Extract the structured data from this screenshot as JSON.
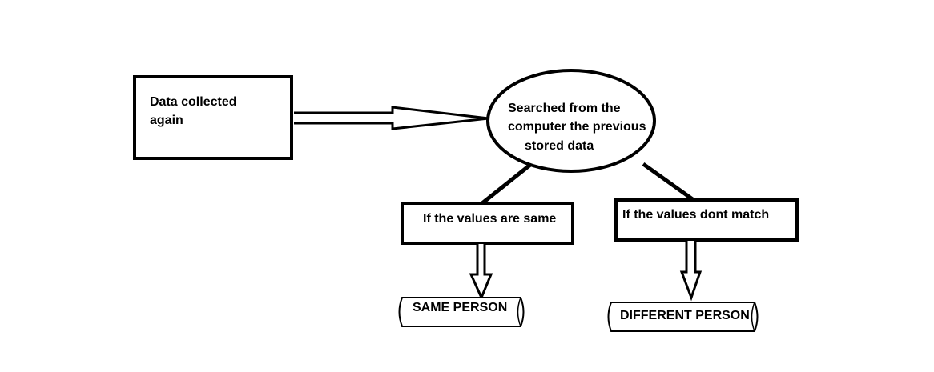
{
  "diagram": {
    "nodes": {
      "data_collected": {
        "line1": "Data collected",
        "line2": "again"
      },
      "search": {
        "line1": "Searched from the",
        "line2": "computer the previous",
        "line3": "stored data"
      },
      "values_same": {
        "label": "If the values are same"
      },
      "values_dont_match": {
        "label": "If the values dont match"
      },
      "same_person": {
        "label": "SAME PERSON"
      },
      "different_person": {
        "label": "DIFFERENT PERSON"
      }
    },
    "colors": {
      "stroke": "#000000",
      "background": "#ffffff",
      "text": "#000000"
    }
  }
}
